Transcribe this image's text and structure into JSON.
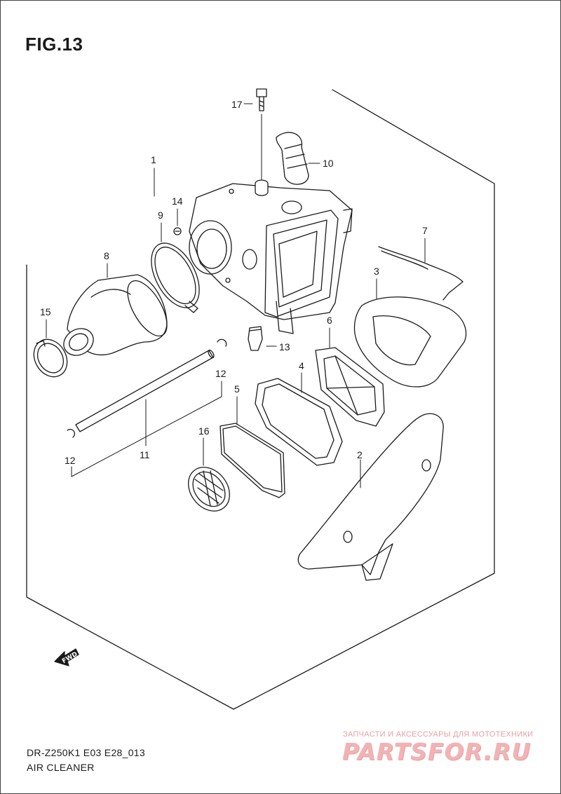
{
  "figure_title": "FIG.13",
  "footer": {
    "model_code": "DR-Z250K1 E03 E28_013",
    "section_title": "AIR CLEANER"
  },
  "fwd_marker": {
    "text": "FWD",
    "icon": "arrow-left-icon"
  },
  "callouts": {
    "c1": "1",
    "c2": "2",
    "c3": "3",
    "c4": "4",
    "c5": "5",
    "c6": "6",
    "c7": "7",
    "c8": "8",
    "c9": "9",
    "c10": "10",
    "c11": "11",
    "c12a": "12",
    "c12b": "12",
    "c13": "13",
    "c14": "14",
    "c15": "15",
    "c16": "16",
    "c17": "17"
  },
  "watermark": {
    "caption": "ЗАПЧАСТИ И АКСЕССУАРЫ ДЛЯ МОТОТЕХНИКИ",
    "logo": "PARTSFOR.RU",
    "color": "#f2b3b5"
  }
}
